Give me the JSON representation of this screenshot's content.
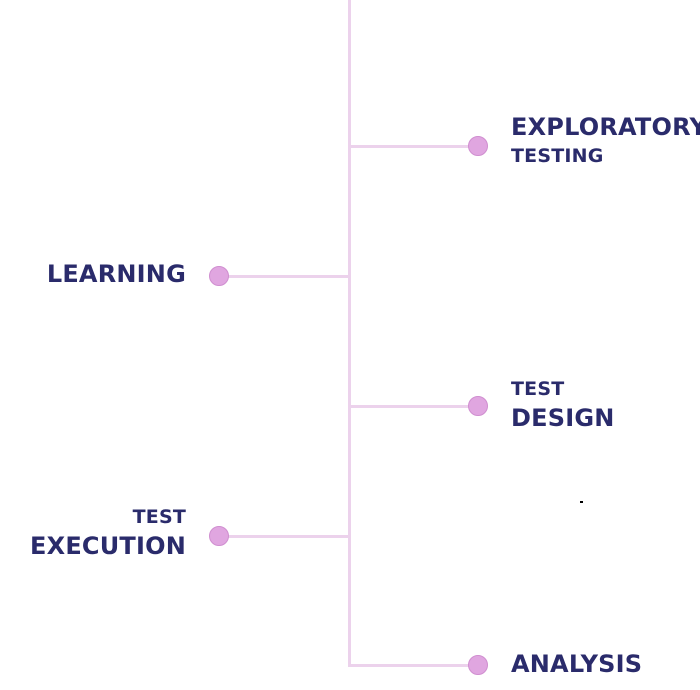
{
  "colors": {
    "line": "#ecd2ec",
    "node": "#e0a6e0",
    "text": "#2a2b6b"
  },
  "nodes": {
    "exploratory_testing": {
      "line1": "EXPLORATORY",
      "line2": "TESTING"
    },
    "learning": {
      "line1": "LEARNING"
    },
    "test_design": {
      "line1": "TEST",
      "line2": "DESIGN"
    },
    "test_execution": {
      "line1": "TEST",
      "line2": "EXECUTION"
    },
    "analysis": {
      "line1": "ANALYSIS"
    }
  }
}
